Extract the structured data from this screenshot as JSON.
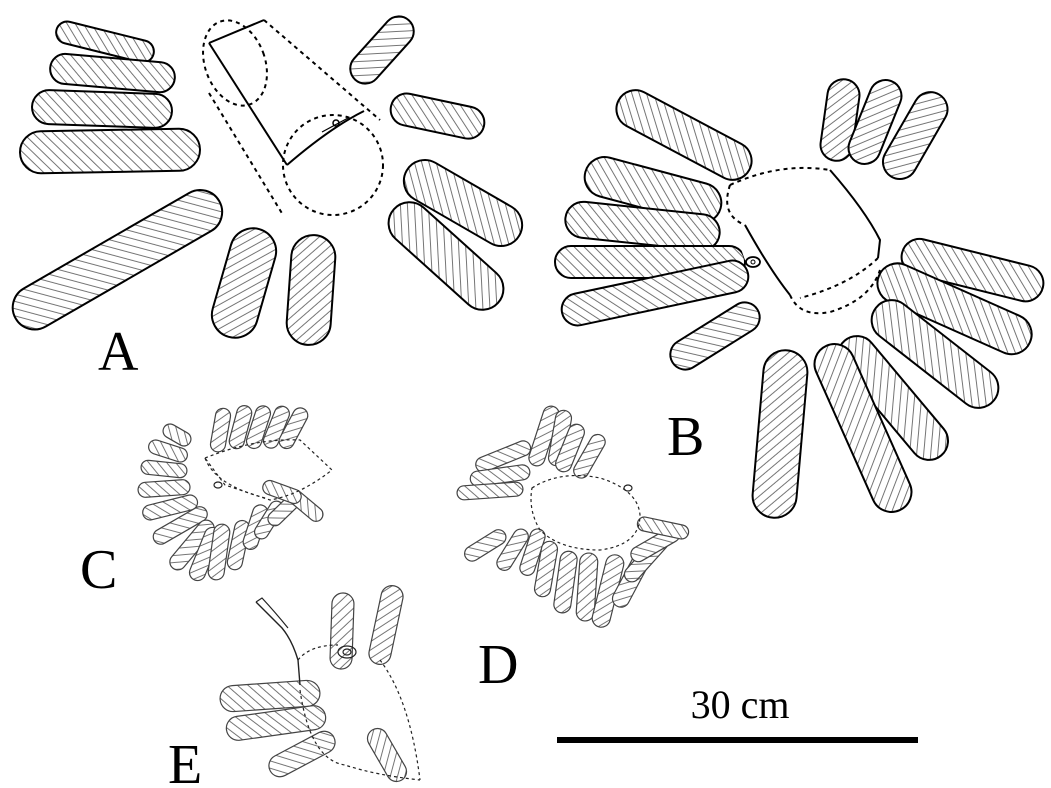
{
  "figure": {
    "panels": [
      {
        "id": "A",
        "label": "A"
      },
      {
        "id": "B",
        "label": "B"
      },
      {
        "id": "C",
        "label": "C"
      },
      {
        "id": "D",
        "label": "D"
      },
      {
        "id": "E",
        "label": "E"
      }
    ],
    "scale_bar": {
      "label": "30 cm"
    },
    "colors": {
      "stroke": "#000000",
      "hatch": "#666666",
      "fill": "#ffffff"
    }
  }
}
